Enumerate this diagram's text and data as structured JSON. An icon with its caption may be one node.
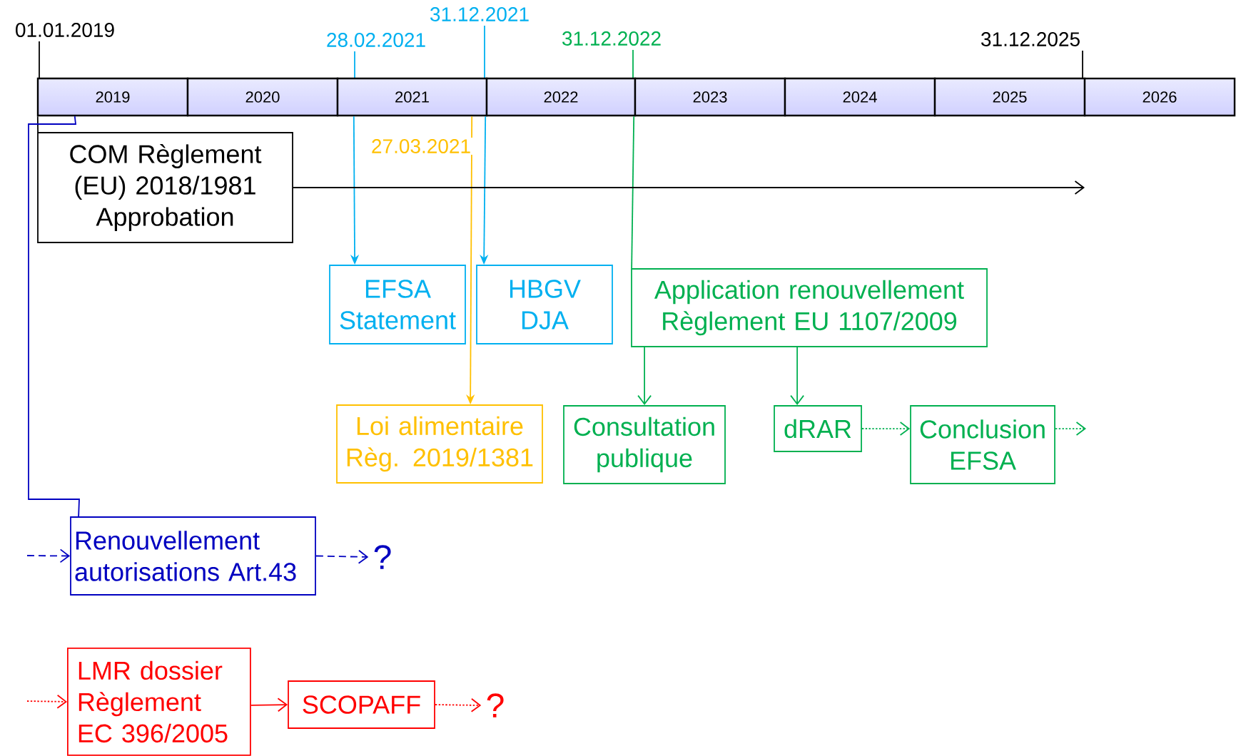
{
  "diagram": {
    "nodes": [
      {
        "text": [
          "2019"
        ],
        "beside": [
          "01.01.2019"
        ]
      },
      {
        "text": [
          "2020"
        ]
      },
      {
        "text": [
          "2021"
        ],
        "beside": [
          "31.12.2021",
          "28.02.2021"
        ]
      },
      {
        "text": [
          "2022"
        ],
        "beside": [
          "31.12.2022"
        ]
      },
      {
        "text": [
          "2023"
        ]
      },
      {
        "text": [
          "2024"
        ]
      },
      {
        "text": [
          "2025"
        ],
        "beside": [
          "31.12.2025"
        ]
      },
      {
        "text": [
          "2026"
        ]
      },
      {
        "text": [
          "COM Règlement (EU) 2018/1981 Approbation"
        ]
      },
      {
        "text": [
          "EFSA Statement"
        ]
      },
      {
        "text": [
          "HBGV DJA"
        ]
      },
      {
        "text": [
          "Application renouvellement Règlement EU 1107/2009"
        ]
      },
      {
        "text": [
          "Loi alimentaire Règ. 2019/1381"
        ]
      },
      {
        "text": [
          "Consultation publique"
        ]
      },
      {
        "text": [
          "dRAR"
        ]
      },
      {
        "text": [
          "Conclusion EFSA"
        ]
      },
      {
        "text": [
          "Renouvellement autorisations Art.43"
        ]
      },
      {
        "text": [
          "?"
        ]
      },
      {
        "text": [
          "LMR dossier Règlement EC 396/2005"
        ]
      },
      {
        "text": [
          "SCOPAFF"
        ]
      },
      {
        "text": [
          "?"
        ]
      }
    ],
    "edges": [
      {
        "from": 0,
        "to": 8,
        "arrow": "none",
        "color": "#000000"
      },
      {
        "from": 2,
        "to": 9,
        "arrow": "to",
        "color": "#00b0f0"
      },
      {
        "from": 2,
        "to": 10,
        "arrow": "to",
        "color": "#00b0f0"
      },
      {
        "from": 3,
        "to": 11,
        "arrow": "none",
        "color": "#00b050"
      },
      {
        "from": 2,
        "to": 12,
        "arrow": "to",
        "color": "#ffc000",
        "label": "27.03.2021"
      },
      {
        "from": 0,
        "to": 16,
        "arrow": "none",
        "color": "#0000c0"
      },
      {
        "from": 8,
        "to": null,
        "arrow": "to",
        "color": "#000000"
      },
      {
        "from": 11,
        "to": 13,
        "arrow": "to",
        "color": "#00b050"
      },
      {
        "from": 11,
        "to": 14,
        "arrow": "to",
        "color": "#00b050"
      },
      {
        "from": 14,
        "to": 15,
        "arrow": "to",
        "color": "#00b050",
        "style": "dashed"
      },
      {
        "from": 15,
        "to": null,
        "arrow": "to",
        "color": "#00b050",
        "style": "dashed"
      },
      {
        "from": null,
        "to": 16,
        "arrow": "to",
        "color": "#0000c0",
        "style": "dashed"
      },
      {
        "from": 16,
        "to": 17,
        "arrow": "to",
        "color": "#0000c0",
        "style": "dashed"
      },
      {
        "from": null,
        "to": 18,
        "arrow": "to",
        "color": "#ff0000",
        "style": "dashed"
      },
      {
        "from": 18,
        "to": 19,
        "arrow": "to",
        "color": "#ff0000"
      },
      {
        "from": 19,
        "to": 20,
        "arrow": "to",
        "color": "#ff0000",
        "style": "dashed"
      }
    ]
  }
}
